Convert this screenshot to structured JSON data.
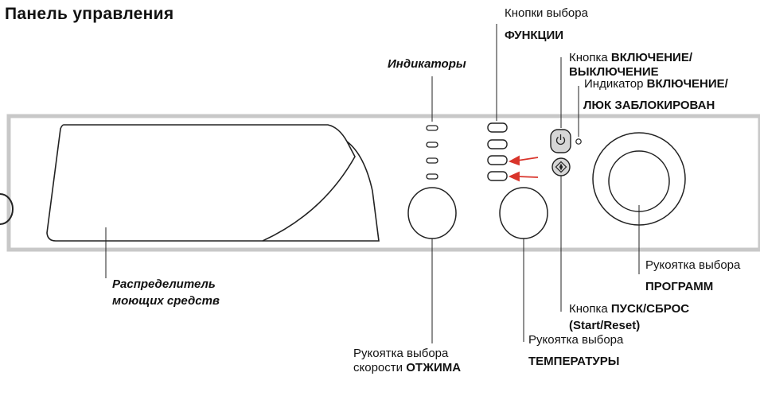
{
  "title": "Панель управления",
  "labels": {
    "function_buttons": {
      "line1": "Кнопки выбора",
      "line2": "ФУНКЦИИ"
    },
    "indicators": "Индикаторы",
    "power_button": {
      "prefix": "Кнопка ",
      "bold1": "ВКЛЮЧЕНИЕ/",
      "bold2": "ВЫКЛЮЧЕНИЕ"
    },
    "power_indicator": {
      "prefix": "Индикатор ",
      "bold1": "ВКЛЮЧЕНИЕ/",
      "bold2": "ЛЮК ЗАБЛОКИРОВАН"
    },
    "detergent_dispenser": {
      "line1": "Распределитель",
      "line2": "моющих средств"
    },
    "program_knob": {
      "line1": "Рукоятка выбора",
      "line2": "ПРОГРАММ"
    },
    "start_button": {
      "prefix": "Кнопка ",
      "bold1": "ПУСК/СБРОС",
      "bold2": "(Start/Reset)"
    },
    "temperature_knob": {
      "line1": "Рукоятка выбора",
      "line2": "ТЕМПЕРАТУРЫ"
    },
    "spin_knob": {
      "line1": "Рукоятка выбора",
      "line2_prefix": "скорости ",
      "line2_bold": "ОТЖИМА"
    }
  },
  "colors": {
    "panel_border": "#c8c8c8",
    "line": "#222222",
    "arrow": "#d9342b",
    "button_fill": "#d6d6d6"
  },
  "icons": {
    "power": "power-icon",
    "start": "start-diamond-icon"
  }
}
